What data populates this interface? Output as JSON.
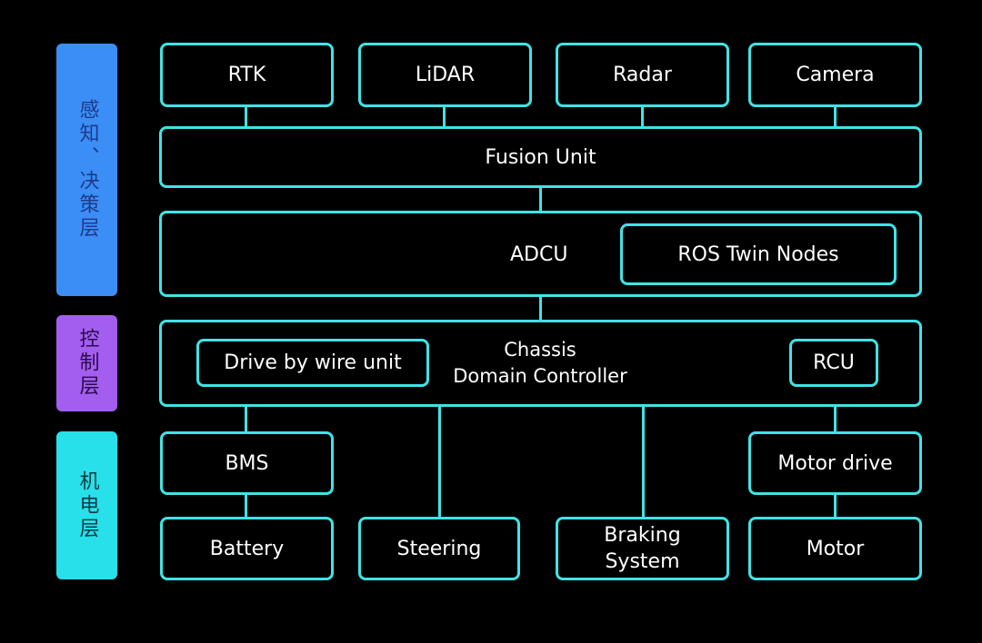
{
  "layers": [
    {
      "label": "感知、决策层",
      "color": "#3b8ef5"
    },
    {
      "label": "控制层",
      "color": "#a35ef0"
    },
    {
      "label": "机电层",
      "color": "#27e0ea"
    }
  ],
  "sensors": [
    "RTK",
    "LiDAR",
    "Radar",
    "Camera"
  ],
  "fusion": "Fusion Unit",
  "adcu": {
    "label": "ADCU",
    "inner": "ROS Twin Nodes"
  },
  "chassis": {
    "line1": "Chassis",
    "line2": "Domain Controller",
    "left": "Drive by wire unit",
    "right": "RCU"
  },
  "actuators": {
    "bms": "BMS",
    "motor_drive": "Motor drive",
    "battery": "Battery",
    "steering": "Steering",
    "braking_line1": "Braking",
    "braking_line2": "System",
    "motor": "Motor"
  },
  "colors": {
    "line": "#3fe3e6",
    "background": "#000000"
  }
}
